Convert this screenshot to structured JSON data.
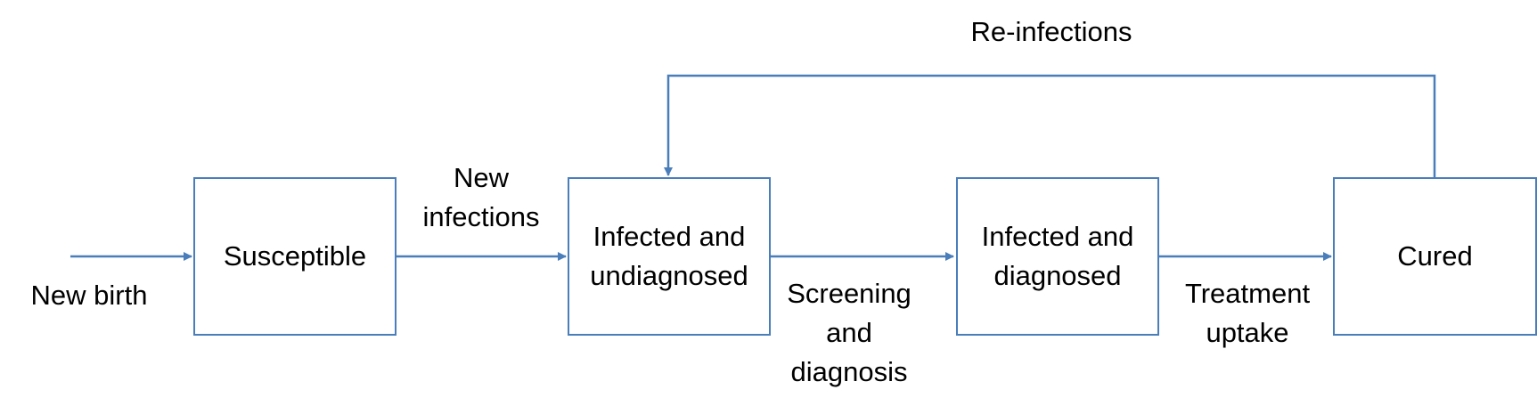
{
  "colors": {
    "stroke": "#4a7ebb",
    "text": "#000000",
    "background": "#ffffff"
  },
  "nodes": {
    "susceptible": "Susceptible",
    "infected_undiagnosed": "Infected and\nundiagnosed",
    "infected_diagnosed": "Infected and\ndiagnosed",
    "cured": "Cured"
  },
  "transitions": {
    "new_birth": "New birth",
    "new_infections": "New\ninfections",
    "screening_diagnosis": "Screening\nand\ndiagnosis",
    "treatment_uptake": "Treatment\nuptake",
    "reinfections": "Re-infections"
  }
}
